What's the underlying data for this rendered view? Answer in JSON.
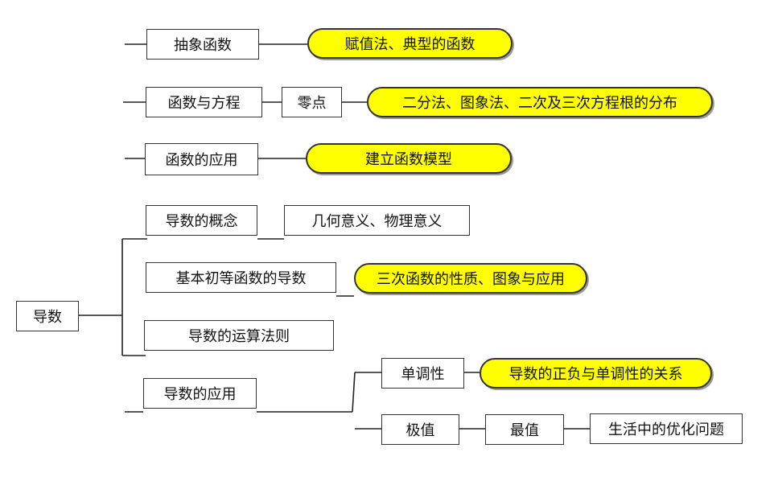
{
  "diagram": {
    "nodes": {
      "abstract_function": "抽象函数",
      "assignment_methods": "赋值法、典型的函数",
      "function_equation": "函数与方程",
      "zero_point": "零点",
      "bisection_methods": "二分法、图象法、二次及三次方程根的分布",
      "function_application": "函数的应用",
      "build_model": "建立函数模型",
      "derivative": "导数",
      "derivative_concept": "导数的概念",
      "geometric_physical_meaning": "几何意义、物理意义",
      "elementary_derivatives": "基本初等函数的导数",
      "cubic_function_properties": "三次函数的性质、图象与应用",
      "derivative_rules": "导数的运算法则",
      "derivative_application": "导数的应用",
      "monotonicity": "单调性",
      "sign_monotonicity_relation": "导数的正负与单调性的关系",
      "extremum": "极值",
      "maximum": "最值",
      "life_optimization": "生活中的优化问题"
    },
    "colors": {
      "highlight": "#ffff00",
      "border": "#333333",
      "line": "#222222"
    }
  }
}
